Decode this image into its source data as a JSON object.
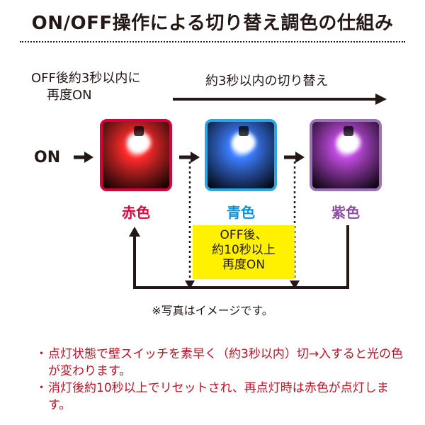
{
  "title": "ON/OFF操作による切り替え調色の仕組み",
  "labels": {
    "off_within_3s_line1": "OFF後約3秒以内に",
    "off_within_3s_line2": "再度ON",
    "switch_within_3s": "約3秒以内の切り替え",
    "on": "ON",
    "arrow_glyph": "➡"
  },
  "lamps": [
    {
      "label": "赤色",
      "label_color": "#e60039",
      "glow": "#ff2a2a",
      "border": "#d7003a"
    },
    {
      "label": "青色",
      "label_color": "#0a93dc",
      "glow": "#3a7dff",
      "border": "#2aa7e0"
    },
    {
      "label": "紫色",
      "label_color": "#8c4fa0",
      "glow": "#c04ae0",
      "border": "#9a72b6"
    }
  ],
  "reset_note": [
    "OFF後、",
    "約10秒以上",
    "再度ON"
  ],
  "caption": "※写真はイメージです。",
  "notes": [
    {
      "mark": "・",
      "text": "点灯状態で壁スイッチを素早く（約3秒以内）切→入すると光の色が変わります。"
    },
    {
      "mark": "・",
      "text": "消灯後約10秒以上でリセットされ、再点灯時は赤色が点灯します。"
    }
  ],
  "colors": {
    "accent_red": "#c30d23",
    "highlight_yellow": "#fff100",
    "text": "#231815"
  }
}
